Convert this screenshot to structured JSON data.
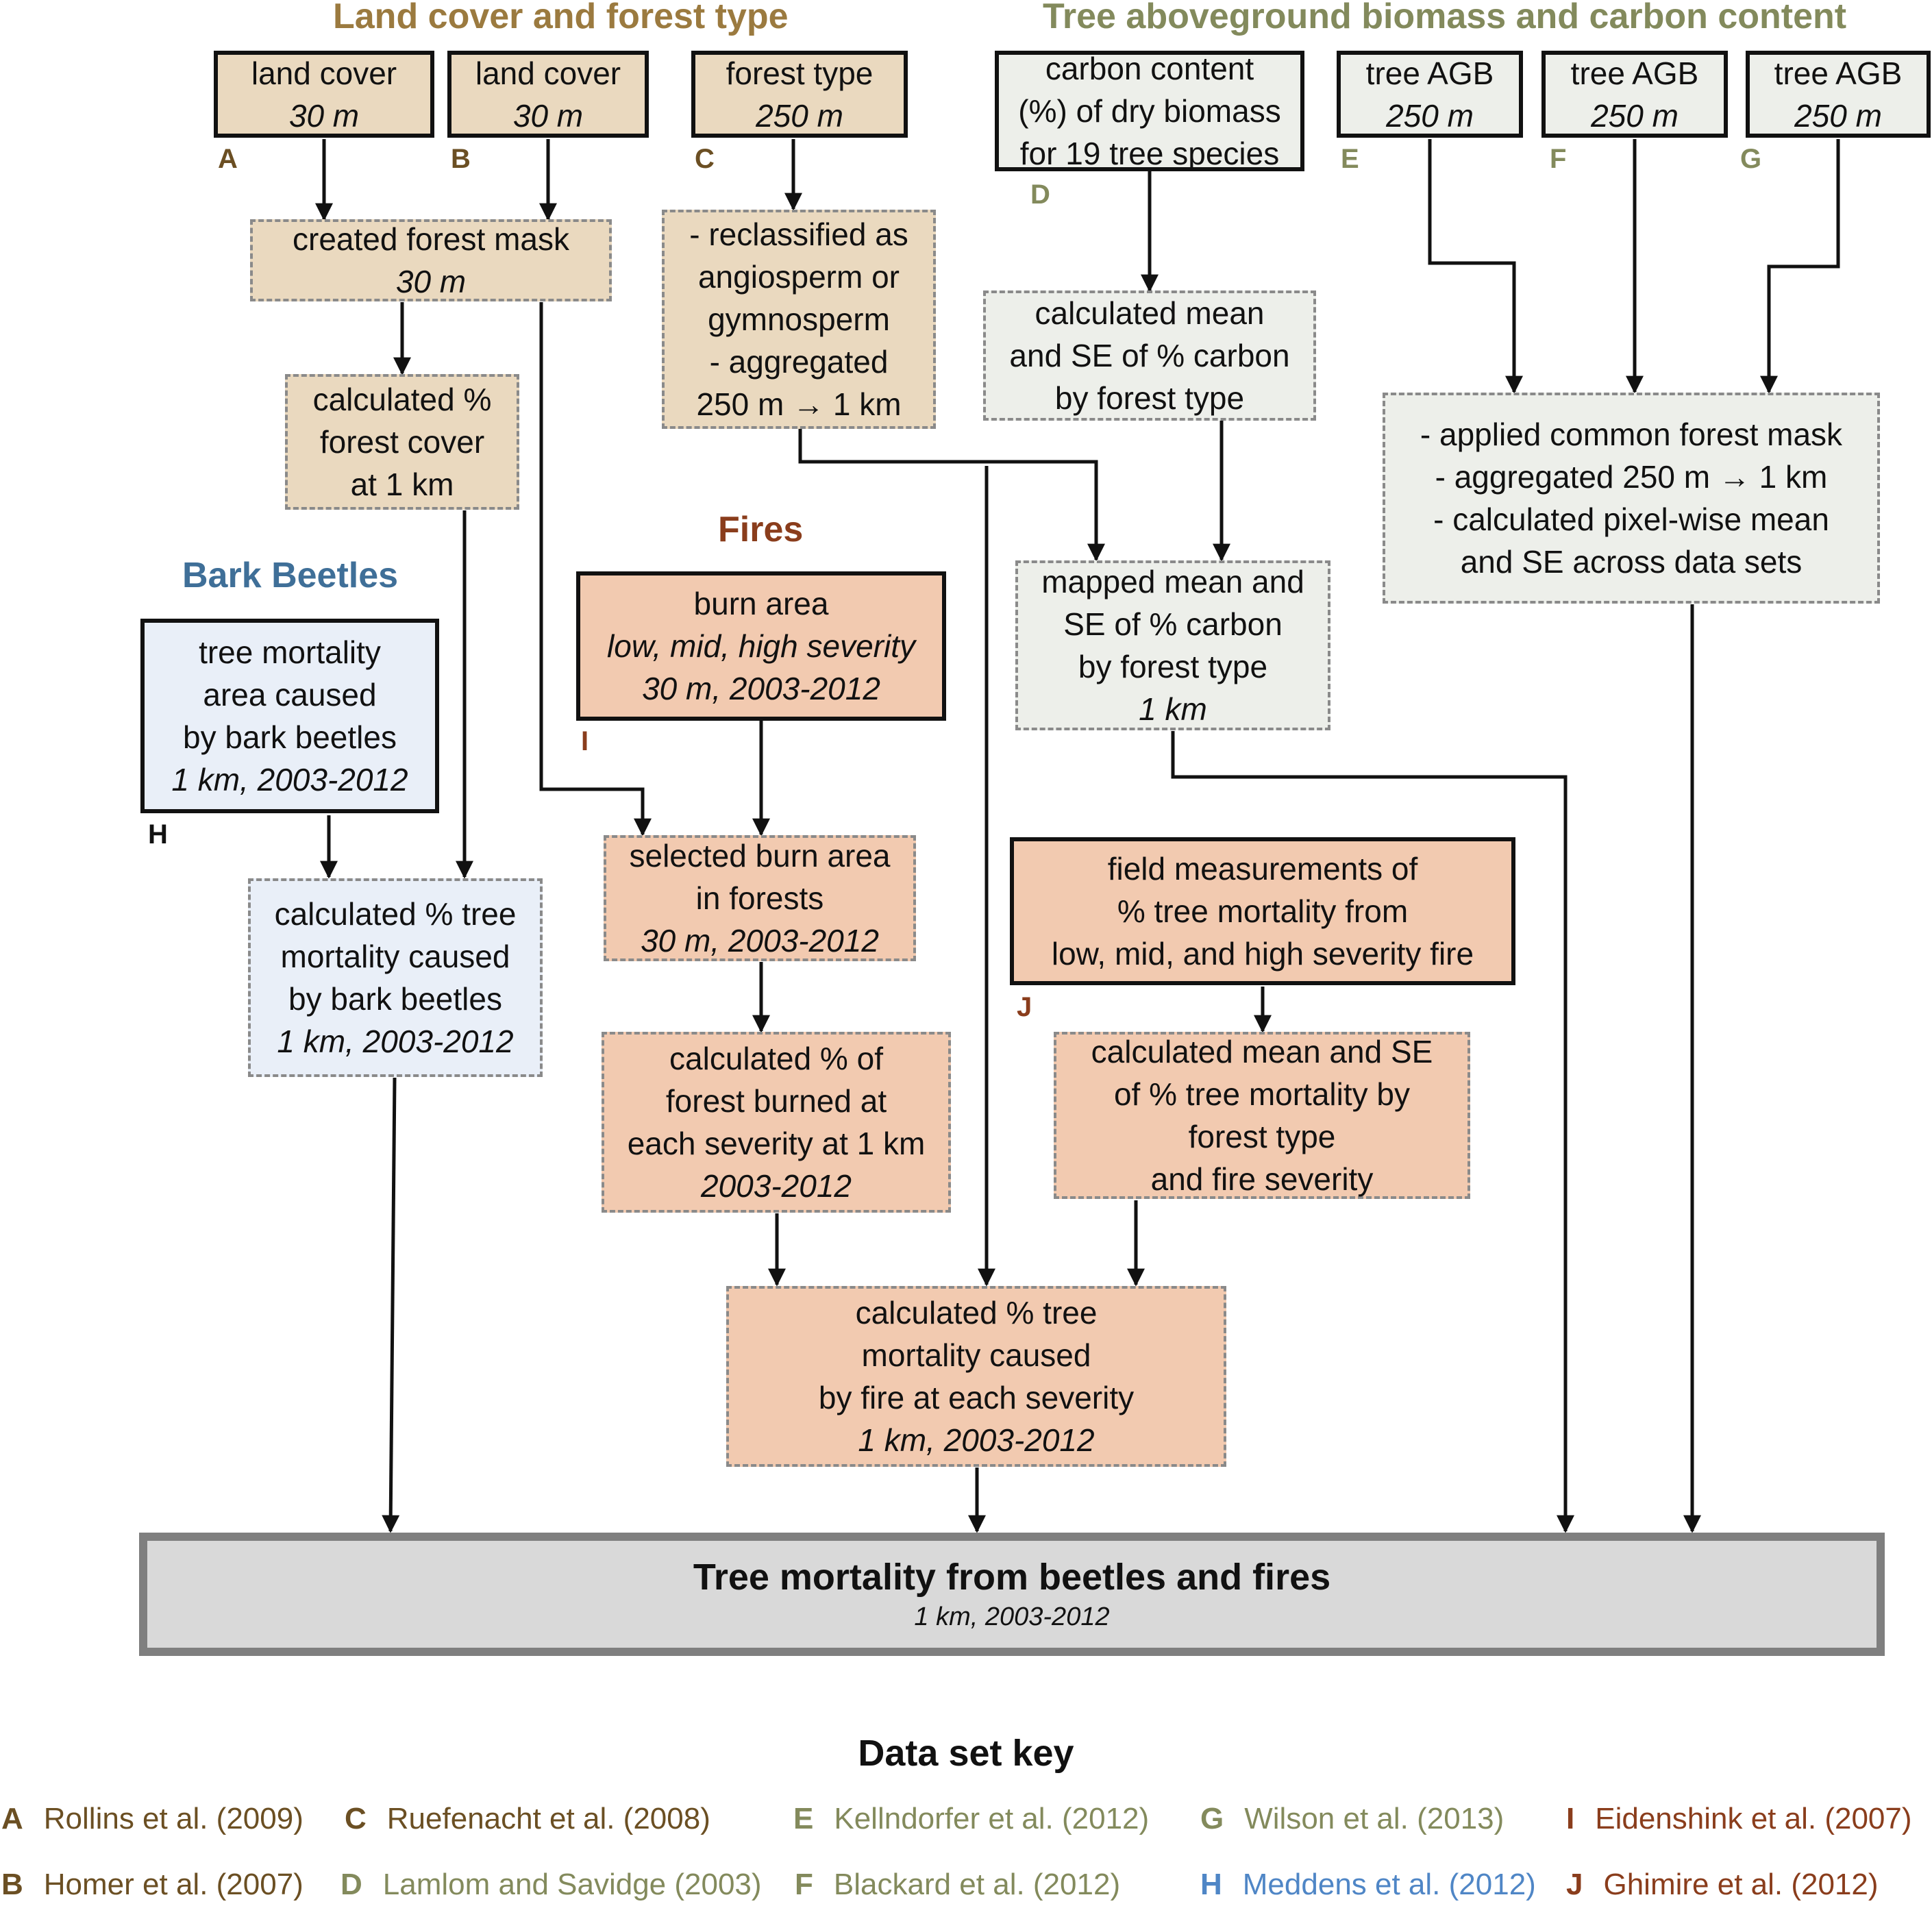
{
  "colors": {
    "tan_text": "#9b7a3f",
    "tan_label": "#6b4f23",
    "green_text": "#838a5c",
    "blue_text": "#3f6f98",
    "fire_text": "#8a3d1c",
    "blue_key": "#4f86c6",
    "tan_fill": "#ead9bf",
    "grey_fill": "#edefea",
    "blue_fill": "#e9eff8",
    "salmon_fill": "#f2cab0",
    "final_fill": "#d9d9d9"
  },
  "sections": {
    "land_cover": "Land cover and forest type",
    "biomass": "Tree aboveground biomass and carbon content",
    "bark_beetles": "Bark Beetles",
    "fires": "Fires"
  },
  "nodes": {
    "A": {
      "l1": "land cover",
      "l2": "30 m",
      "label": "A"
    },
    "B": {
      "l1": "land cover",
      "l2": "30 m",
      "label": "B"
    },
    "C": {
      "l1": "forest type",
      "l2": "250 m",
      "label": "C"
    },
    "D": {
      "l1": "carbon content",
      "l2": "(%) of dry biomass",
      "l3": "for 19 tree species",
      "label": "D"
    },
    "E": {
      "l1": "tree AGB",
      "l2": "250 m",
      "label": "E"
    },
    "F": {
      "l1": "tree AGB",
      "l2": "250 m",
      "label": "F"
    },
    "G": {
      "l1": "tree AGB",
      "l2": "250 m",
      "label": "G"
    },
    "H": {
      "l1": "tree mortality",
      "l2": "area caused",
      "l3": "by bark beetles",
      "l4": "1 km, 2003-2012",
      "label": "H"
    },
    "I": {
      "l1": "burn area",
      "l2": "low, mid, high severity",
      "l3": "30 m, 2003-2012",
      "label": "I"
    },
    "J": {
      "l1": "field measurements of",
      "l2": "% tree mortality from",
      "l3": "low, mid, and high severity fire",
      "label": "J"
    },
    "forest_mask": {
      "l1": "created forest mask",
      "l2": "30 m"
    },
    "pct_forest": {
      "l1": "calculated %",
      "l2": "forest cover",
      "l3": "at 1 km"
    },
    "reclass": {
      "l1": "- reclassified as",
      "l2": "angiosperm or",
      "l3": "gymnosperm",
      "l4": "- aggregated",
      "l5": "250 m → 1 km"
    },
    "mean_carbon": {
      "l1": "calculated mean",
      "l2": "and SE of % carbon",
      "l3": "by forest type"
    },
    "agb_proc": {
      "l1": "- applied common forest mask",
      "l2": "- aggregated 250 m → 1 km",
      "l3": "- calculated pixel-wise mean",
      "l4": "and SE across data sets"
    },
    "mapped_carbon": {
      "l1": "mapped mean and",
      "l2": "SE of % carbon",
      "l3": "by forest type",
      "l4": "1 km"
    },
    "beetle_mort": {
      "l1": "calculated % tree",
      "l2": "mortality caused",
      "l3": "by bark beetles",
      "l4": "1 km, 2003-2012"
    },
    "sel_burn": {
      "l1": "selected burn area",
      "l2": "in  forests",
      "l3": "30 m, 2003-2012"
    },
    "pct_burned": {
      "l1": "calculated % of",
      "l2": "forest burned at",
      "l3": "each severity at 1 km",
      "l4": "2003-2012"
    },
    "mean_mort": {
      "l1": "calculated mean and SE",
      "l2": "of % tree mortality by",
      "l3": "forest type",
      "l4": "and fire severity"
    },
    "fire_mort": {
      "l1": "calculated % tree",
      "l2": "mortality caused",
      "l3": "by fire at each severity",
      "l4": "1 km, 2003-2012"
    },
    "final": {
      "l1": "Tree mortality from beetles and fires",
      "l2": "1 km, 2003-2012"
    }
  },
  "key": {
    "title": "Data set key",
    "items": [
      {
        "letter": "A",
        "ref": "Rollins et al. (2009)"
      },
      {
        "letter": "B",
        "ref": "Homer et al. (2007)"
      },
      {
        "letter": "C",
        "ref": "Ruefenacht et al. (2008)"
      },
      {
        "letter": "D",
        "ref": "Lamlom and Savidge (2003)"
      },
      {
        "letter": "E",
        "ref": "Kellndorfer et al. (2012)"
      },
      {
        "letter": "F",
        "ref": "Blackard et al. (2012)"
      },
      {
        "letter": "G",
        "ref": "Wilson et al. (2013)"
      },
      {
        "letter": "H",
        "ref": "Meddens et al. (2012)"
      },
      {
        "letter": "I",
        "ref": "Eidenshink et al. (2007)"
      },
      {
        "letter": "J",
        "ref": "Ghimire et al. (2012)"
      }
    ]
  }
}
